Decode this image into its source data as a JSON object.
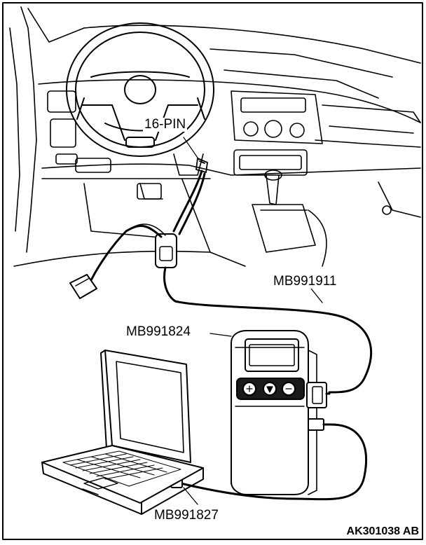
{
  "labels": {
    "connector": "16-PIN",
    "cable_main": "MB991911",
    "interface": "MB991824",
    "usb_cable": "MB991827"
  },
  "figure_id": "AK301038 AB",
  "icons": [
    "steering-wheel-icon",
    "laptop-icon",
    "scan-tool-icon",
    "obd-connector-icon",
    "cable-icon"
  ]
}
